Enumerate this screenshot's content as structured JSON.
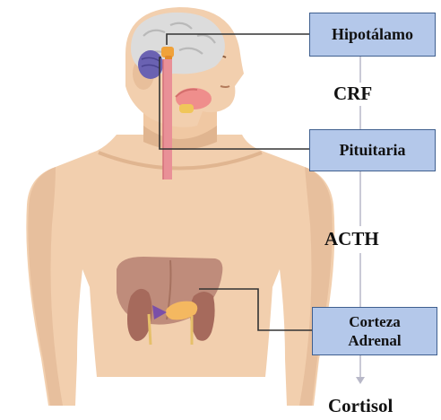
{
  "boxes": {
    "hypothalamus": "Hipotálamo",
    "pituitary": "Pituitaria",
    "adrenal_cortex": "Corteza\nAdrenal"
  },
  "hormones": {
    "crf": "CRF",
    "acth": "ACTH",
    "cortisol": "Cortisol"
  },
  "colors": {
    "box_fill": "#b4c8ea",
    "box_border": "#3f5f8f",
    "skin": "#f2cfae",
    "skin_shadow": "#e0b590",
    "connector": "#333333",
    "flow_line": "#b8b8c8"
  },
  "illustration": {
    "subject": "human upper body with brain, pituitary, spinal cord, liver and adrenal glands",
    "icons": [
      "human-body-icon",
      "brain-icon",
      "pituitary-icon",
      "liver-icon",
      "kidney-icon",
      "adrenal-gland-icon"
    ]
  }
}
